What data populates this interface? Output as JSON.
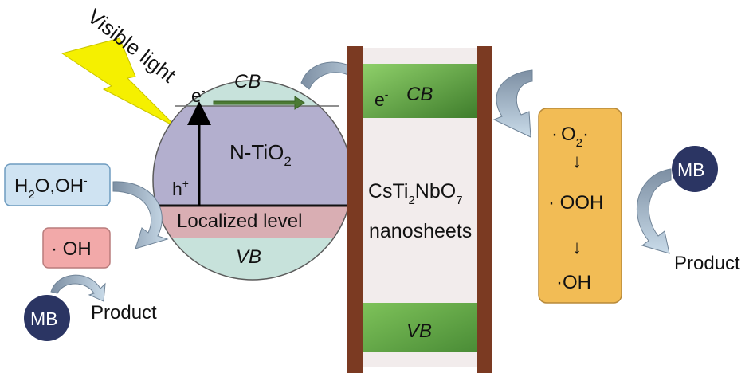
{
  "light": {
    "text": "Visible light"
  },
  "ntio2": {
    "cb": "CB",
    "vb": "VB",
    "electron": "e",
    "electron_sup": "-",
    "hole": "h",
    "hole_sup": "+",
    "name_main": "N-TiO",
    "name_sub": "2",
    "localized": "Localized level"
  },
  "nanosheet": {
    "cb": "CB",
    "vb": "VB",
    "electron": "e",
    "electron_sup": "-",
    "formula_a": "CsTi",
    "formula_a_sub": "2",
    "formula_b": "NbO",
    "formula_b_sub": "7",
    "line2": "nanosheets"
  },
  "left": {
    "water_a": "H",
    "water_a_sub": "2",
    "water_b": "O,OH",
    "water_b_sup": "-",
    "radical": "· OH",
    "mb": "MB",
    "product": "Product"
  },
  "right": {
    "superoxide_dot1": "·",
    "superoxide_o": "O",
    "superoxide_sub": "2",
    "superoxide_dot2": "·",
    "arrow1": "↓",
    "hydroperoxyl": "· OOH",
    "arrow2": "↓",
    "hydroxyl": "·OH",
    "mb": "MB",
    "product": "Product"
  },
  "colors": {
    "circle_body": "#b3afce",
    "circle_band": "#c7e2db",
    "localized": "#d9aeb3",
    "cb_green": "#7fbf5a",
    "cb_green_dark": "#3f7d2c",
    "wall": "#7b3a22",
    "sheet_fill": "#f2ecec",
    "yellow_box": "#f2bc55",
    "blue_box": "#cfe3f2",
    "pink_box": "#f2a9a9",
    "mb_fill": "#2b3563",
    "arrow_gray": "#8a9fb3",
    "lightning": "#f5f000"
  }
}
